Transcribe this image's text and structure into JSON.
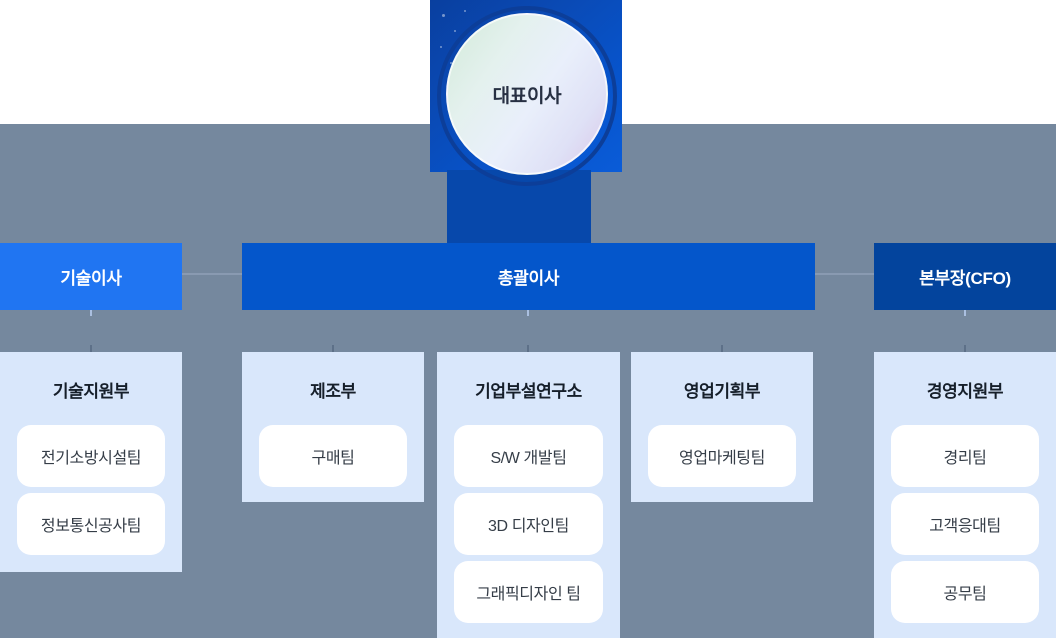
{
  "page": {
    "title": "조직도",
    "background_color": "#75889e",
    "top_band_color": "#ffffff"
  },
  "ceo": {
    "label": "대표이사"
  },
  "directors": [
    {
      "id": "tech-director",
      "label": "기술이사",
      "color": "#2075f2"
    },
    {
      "id": "general-director",
      "label": "총괄이사",
      "color": "#0456cb"
    },
    {
      "id": "cfo",
      "label": "본부장(CFO)",
      "color": "#03449d"
    }
  ],
  "departments": [
    {
      "id": "tech-support",
      "name": "기술지원부",
      "teams": [
        "전기소방시설팀",
        "정보통신공사팀"
      ]
    },
    {
      "id": "manufacturing",
      "name": "제조부",
      "teams": [
        "구매팀"
      ]
    },
    {
      "id": "research-institute",
      "name": "기업부설연구소",
      "teams": [
        "S/W 개발팀",
        "3D 디자인팀",
        "그래픽디자인 팀"
      ]
    },
    {
      "id": "sales-planning",
      "name": "영업기획부",
      "teams": [
        "영업마케팅팀"
      ]
    },
    {
      "id": "management-support",
      "name": "경영지원부",
      "teams": [
        "경리팀",
        "고객응대팀",
        "공무팀"
      ]
    }
  ],
  "colors": {
    "ceo_square": "#0754cc",
    "ceo_stem": "#0748ab",
    "ring": "#0c3e99",
    "dept_box": "#d9e7fb",
    "team_box": "#ffffff",
    "connector_light": "#8d9eb4",
    "connector_dark": "#5d7088"
  }
}
